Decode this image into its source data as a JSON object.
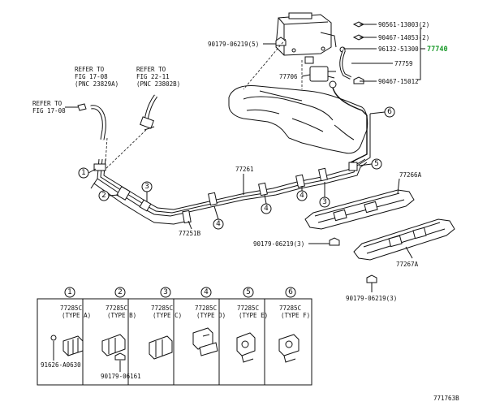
{
  "canister_parts": [
    {
      "id": "p90561",
      "text": "90561-13003(2)"
    },
    {
      "id": "p90467a",
      "text": "90467-14053(2)"
    },
    {
      "id": "p96132",
      "text": "96132-51300"
    },
    {
      "id": "p77759",
      "text": "77759"
    },
    {
      "id": "p90467b",
      "text": "90467-15012"
    },
    {
      "id": "p90179top",
      "text": "90179-06219(5)"
    },
    {
      "id": "p77706",
      "text": "77706"
    }
  ],
  "highlight_part": "77740",
  "highlight_color": "#1a9a2a",
  "refer_labels": [
    {
      "id": "ref1",
      "lines": [
        "REFER TO",
        "FIG 17-08",
        "(PNC 23829A)"
      ]
    },
    {
      "id": "ref2",
      "lines": [
        "REFER TO",
        "FIG 22-11",
        "(PNC 23802B)"
      ]
    },
    {
      "id": "ref3",
      "lines": [
        "REFER TO",
        "FIG 17-08"
      ]
    }
  ],
  "main_parts": [
    {
      "id": "p77261",
      "text": "77261"
    },
    {
      "id": "p77251B",
      "text": "77251B"
    },
    {
      "id": "p77266A",
      "text": "77266A"
    },
    {
      "id": "p77267A",
      "text": "77267A"
    },
    {
      "id": "p90179mid",
      "text": "90179-06219(3)"
    },
    {
      "id": "p90179bot",
      "text": "90179-06219(3)"
    }
  ],
  "callouts": [
    "1",
    "2",
    "3",
    "4",
    "5",
    "6"
  ],
  "clamp_table": {
    "columns": [
      {
        "num": "1",
        "part": "77285C",
        "type": "(TYPE A)"
      },
      {
        "num": "2",
        "part": "77285C",
        "type": "(TYPE B)"
      },
      {
        "num": "3",
        "part": "77285C",
        "type": "(TYPE C)"
      },
      {
        "num": "4",
        "part": "77285C",
        "type": "(TYPE D)"
      },
      {
        "num": "5",
        "part": "77285C",
        "type": "(TYPE E)"
      },
      {
        "num": "6",
        "part": "77285C",
        "type": "(TYPE F)"
      }
    ],
    "extra_parts": [
      {
        "id": "p91626",
        "text": "91626-A0630"
      },
      {
        "id": "p90179tbl",
        "text": "90179-06161"
      }
    ]
  },
  "diagram_code": "771763B"
}
